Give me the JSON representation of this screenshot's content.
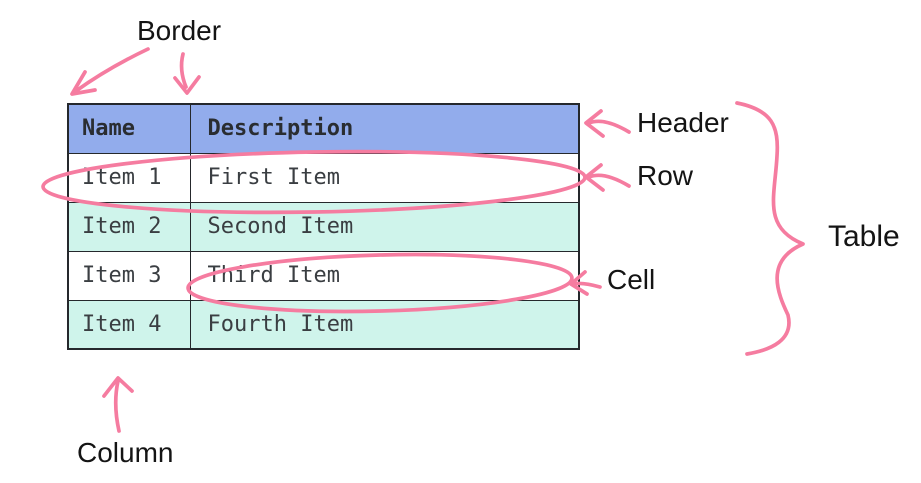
{
  "diagram": {
    "labels": {
      "border": "Border",
      "header": "Header",
      "row": "Row",
      "cell": "Cell",
      "table": "Table",
      "column": "Column"
    }
  },
  "table": {
    "columns": [
      {
        "label": "Name"
      },
      {
        "label": "Description"
      }
    ],
    "rows": [
      {
        "name": "Item 1",
        "description": "First Item"
      },
      {
        "name": "Item 2",
        "description": "Second Item"
      },
      {
        "name": "Item 3",
        "description": "Third Item"
      },
      {
        "name": "Item 4",
        "description": "Fourth Item"
      }
    ]
  },
  "colors": {
    "header_bg": "#92acec",
    "alt_row_bg": "#cff4eb",
    "annotation_pink": "#f57ca0",
    "table_border": "#25282c"
  }
}
